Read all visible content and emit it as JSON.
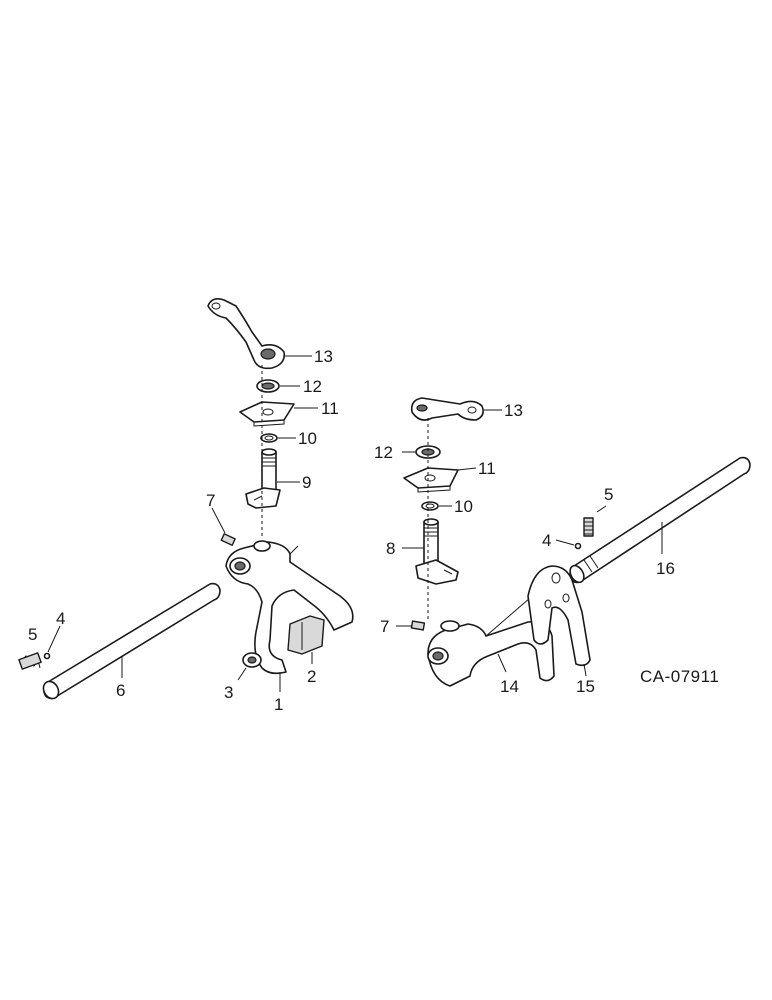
{
  "diagram": {
    "drawing_code": "CA-07911",
    "callouts": {
      "left_fork": "1",
      "left_pad": "2",
      "left_washer": "3",
      "left_ball": "4",
      "left_spring": "5",
      "left_rod": "6",
      "left_screw": "7",
      "left_shaft": "9",
      "left_oring": "10",
      "left_plate": "11",
      "left_seal": "12",
      "left_lever": "13",
      "right_shaft": "8",
      "right_oring": "10",
      "right_plate": "11",
      "right_seal": "12",
      "right_lever": "13",
      "right_screw": "7",
      "right_fork": "14",
      "right_bracket": "15",
      "right_rod": "16",
      "right_ball": "4",
      "right_spring": "5"
    }
  }
}
